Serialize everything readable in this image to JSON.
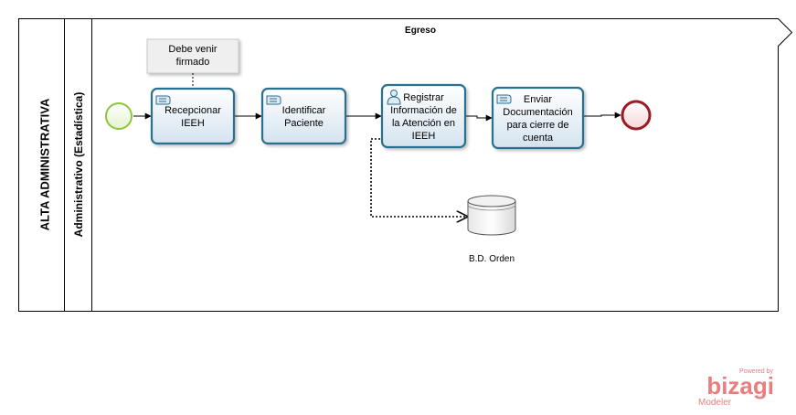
{
  "pool": {
    "title": "ALTA ADMINISTRATIVA"
  },
  "lane": {
    "title": "Administrativo (Estadística)"
  },
  "phase": {
    "title": "Egreso"
  },
  "annotation": {
    "line1": "Debe venir",
    "line2": "firmado"
  },
  "tasks": [
    {
      "lines": [
        "Recepcionar",
        "IEEH"
      ],
      "icon": "manual-task-icon"
    },
    {
      "lines": [
        "Identificar",
        "Paciente"
      ],
      "icon": "manual-task-icon"
    },
    {
      "lines": [
        "Registrar",
        "Información de",
        "la Atención en",
        "IEEH"
      ],
      "icon": "user-task-icon"
    },
    {
      "lines": [
        "Enviar",
        "Documentación",
        "para cierre de",
        "cuenta"
      ],
      "icon": "manual-task-icon"
    }
  ],
  "data_store": {
    "label": "B.D. Orden"
  },
  "events": {
    "start": "start-event",
    "end": "end-event"
  },
  "logo": {
    "powered": "Powered by",
    "brand": "bizagi",
    "product": "Modeler"
  },
  "colors": {
    "task_border": "#2b6f8f",
    "task_fill": "#dfeaf3",
    "start_stroke": "#8cc63f",
    "end_stroke": "#9b1b24",
    "logo": "#e87e7e"
  }
}
